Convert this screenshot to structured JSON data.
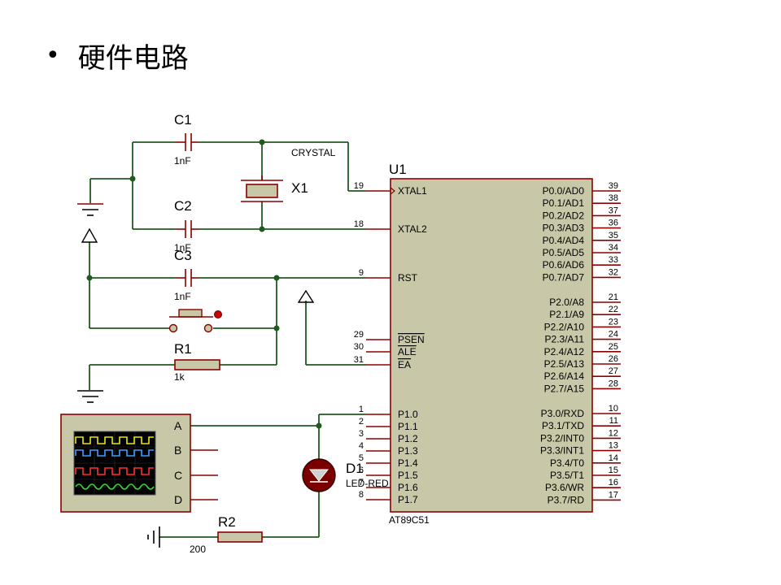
{
  "title": "硬件电路",
  "bullet": "•",
  "components": {
    "c1": {
      "name": "C1",
      "value": "1nF"
    },
    "c2": {
      "name": "C2",
      "value": "1nF"
    },
    "c3": {
      "name": "C3",
      "value": "1nF"
    },
    "x1": {
      "name": "X1",
      "type": "CRYSTAL"
    },
    "r1": {
      "name": "R1",
      "value": "1k"
    },
    "r2": {
      "name": "R2",
      "value": "200"
    },
    "d1": {
      "name": "D1",
      "type": "LED-RED"
    },
    "u1": {
      "name": "U1",
      "part": "AT89C51"
    }
  },
  "mcu_left_pins": [
    {
      "num": "19",
      "label": "XTAL1"
    },
    {
      "num": "18",
      "label": "XTAL2"
    },
    {
      "num": "9",
      "label": "RST"
    },
    {
      "num": "29",
      "label": "PSEN"
    },
    {
      "num": "30",
      "label": "ALE"
    },
    {
      "num": "31",
      "label": "EA"
    },
    {
      "num": "1",
      "label": "P1.0"
    },
    {
      "num": "2",
      "label": "P1.1"
    },
    {
      "num": "3",
      "label": "P1.2"
    },
    {
      "num": "4",
      "label": "P1.3"
    },
    {
      "num": "5",
      "label": "P1.4"
    },
    {
      "num": "6",
      "label": "P1.5"
    },
    {
      "num": "7",
      "label": "P1.6"
    },
    {
      "num": "8",
      "label": "P1.7"
    }
  ],
  "mcu_right_pins": [
    {
      "num": "39",
      "label": "P0.0/AD0"
    },
    {
      "num": "38",
      "label": "P0.1/AD1"
    },
    {
      "num": "37",
      "label": "P0.2/AD2"
    },
    {
      "num": "36",
      "label": "P0.3/AD3"
    },
    {
      "num": "35",
      "label": "P0.4/AD4"
    },
    {
      "num": "34",
      "label": "P0.5/AD5"
    },
    {
      "num": "33",
      "label": "P0.6/AD6"
    },
    {
      "num": "32",
      "label": "P0.7/AD7"
    },
    {
      "num": "21",
      "label": "P2.0/A8"
    },
    {
      "num": "22",
      "label": "P2.1/A9"
    },
    {
      "num": "23",
      "label": "P2.2/A10"
    },
    {
      "num": "24",
      "label": "P2.3/A11"
    },
    {
      "num": "25",
      "label": "P2.4/A12"
    },
    {
      "num": "26",
      "label": "P2.5/A13"
    },
    {
      "num": "27",
      "label": "P2.6/A14"
    },
    {
      "num": "28",
      "label": "P2.7/A15"
    },
    {
      "num": "10",
      "label": "P3.0/RXD"
    },
    {
      "num": "11",
      "label": "P3.1/TXD"
    },
    {
      "num": "12",
      "label": "P3.2/INT0"
    },
    {
      "num": "13",
      "label": "P3.3/INT1"
    },
    {
      "num": "14",
      "label": "P3.4/T0"
    },
    {
      "num": "15",
      "label": "P3.5/T1"
    },
    {
      "num": "16",
      "label": "P3.6/WR"
    },
    {
      "num": "17",
      "label": "P3.7/RD"
    }
  ],
  "scope_channels": [
    "A",
    "B",
    "C",
    "D"
  ],
  "colors": {
    "wire": "#1f5a1f",
    "component": "#8b0000",
    "chip_fill": "#c8c8a8",
    "scope_body": "#c8c8a8"
  }
}
